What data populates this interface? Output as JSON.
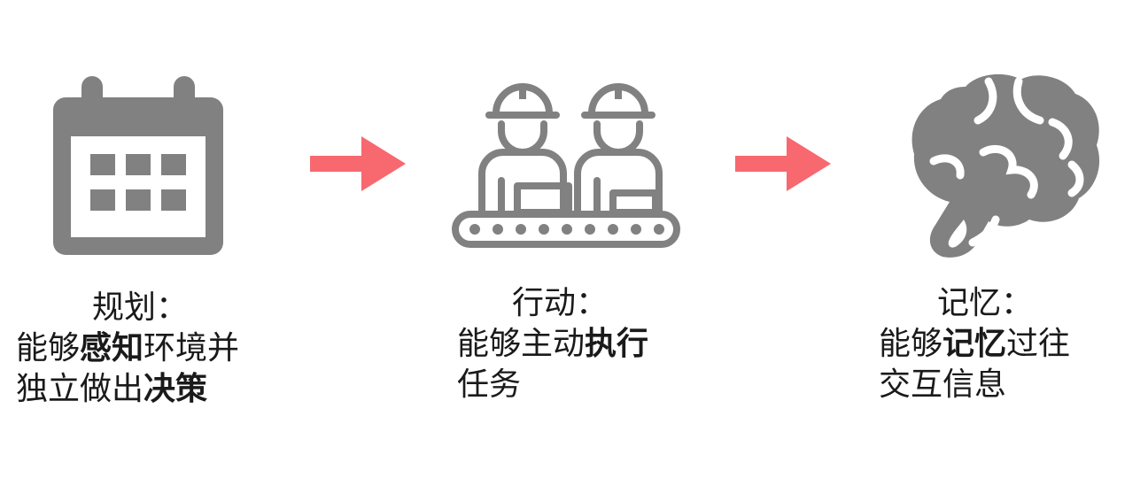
{
  "colors": {
    "icon": "#818181",
    "arrow": "#f7686f",
    "text": "#1a1a1a",
    "background": "#ffffff"
  },
  "steps": [
    {
      "icon": "calendar-icon",
      "title": "规划：",
      "line1": {
        "a": "能够",
        "b": "感知",
        "c": "环境并"
      },
      "line2": {
        "a": "独立做出",
        "b": "决策"
      }
    },
    {
      "icon": "conveyor-workers-icon",
      "title": "行动：",
      "line1": {
        "a": "能够主动",
        "b": "执行"
      },
      "line2": {
        "a": "任务"
      }
    },
    {
      "icon": "brain-icon",
      "title": "记忆：",
      "line1": {
        "a": "能够",
        "b": "记忆",
        "c": "过往"
      },
      "line2": {
        "a": "交互信息"
      }
    }
  ],
  "arrows": [
    "arrow-right-icon",
    "arrow-right-icon"
  ]
}
